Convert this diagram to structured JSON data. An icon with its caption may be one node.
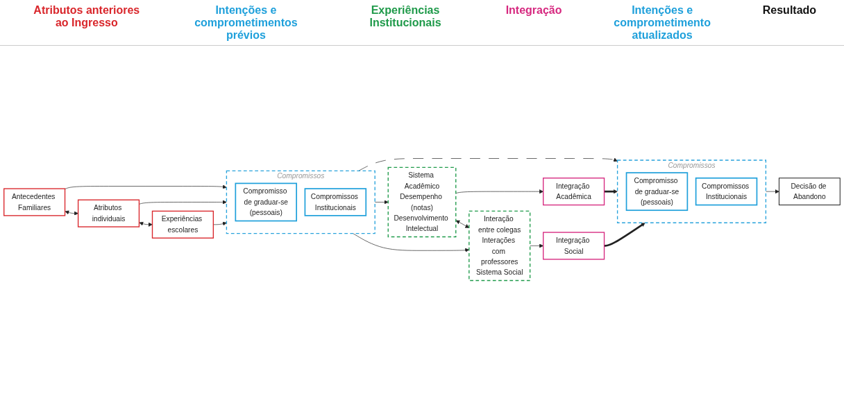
{
  "diagram": {
    "nodes": [
      {
        "text": [
          "Antecedentes Familiares"
        ]
      },
      {
        "text": [
          "Atributos individuais"
        ]
      },
      {
        "text": [
          "Experiências escolares"
        ]
      },
      {
        "text": [
          "Compromissos"
        ]
      },
      {
        "text": [
          "Compromisso de graduar-se",
          "(pessoais)"
        ],
        "in": 3
      },
      {
        "text": [
          "Compromissos Institucionais"
        ],
        "in": 3
      },
      {
        "text": [
          "Sistema Acadêmico",
          "Desempenho (notas)",
          "Desenvolvimento Intelectual"
        ]
      },
      {
        "text": [
          "Interação entre colegas",
          "Interações com professores",
          "Sistema Social"
        ]
      },
      {
        "text": [
          "Integração Acadêmica"
        ]
      },
      {
        "text": [
          "Integração Social"
        ]
      },
      {
        "text": [
          "Compromissos"
        ]
      },
      {
        "text": [
          "Compromisso de graduar-se",
          "(pessoais)"
        ],
        "in": 10
      },
      {
        "text": [
          "Compromissos Institucionais"
        ],
        "in": 10
      },
      {
        "text": [
          "Decisão de Abandono"
        ]
      }
    ],
    "edges": [
      {
        "from": 0,
        "to": 3,
        "arrow": "to"
      },
      {
        "from": 0,
        "to": 1,
        "arrow": "both"
      },
      {
        "from": 1,
        "to": 3,
        "arrow": "to"
      },
      {
        "from": 1,
        "to": 2,
        "arrow": "both"
      },
      {
        "from": 2,
        "to": 3,
        "arrow": "to"
      },
      {
        "from": 3,
        "to": 6,
        "arrow": "to"
      },
      {
        "from": 3,
        "to": 7,
        "arrow": "to"
      },
      {
        "from": 6,
        "to": 7,
        "arrow": "both"
      },
      {
        "from": 3,
        "to": 10,
        "arrow": "to",
        "style": "dashed"
      },
      {
        "from": 6,
        "to": 8,
        "arrow": "to"
      },
      {
        "from": 7,
        "to": 9,
        "arrow": "to"
      },
      {
        "from": 8,
        "to": 10,
        "arrow": "to",
        "style": "thick"
      },
      {
        "from": 9,
        "to": 10,
        "arrow": "to",
        "style": "thick"
      },
      {
        "from": 10,
        "to": 13,
        "arrow": "to"
      }
    ],
    "labels": [
      "Atributos anteriores ao Ingresso",
      "Intenções e comprometimentos prévios",
      "Experiências Institucionais",
      "Integração",
      "Intenções e comprometimento atualizados",
      "Resultado"
    ]
  }
}
